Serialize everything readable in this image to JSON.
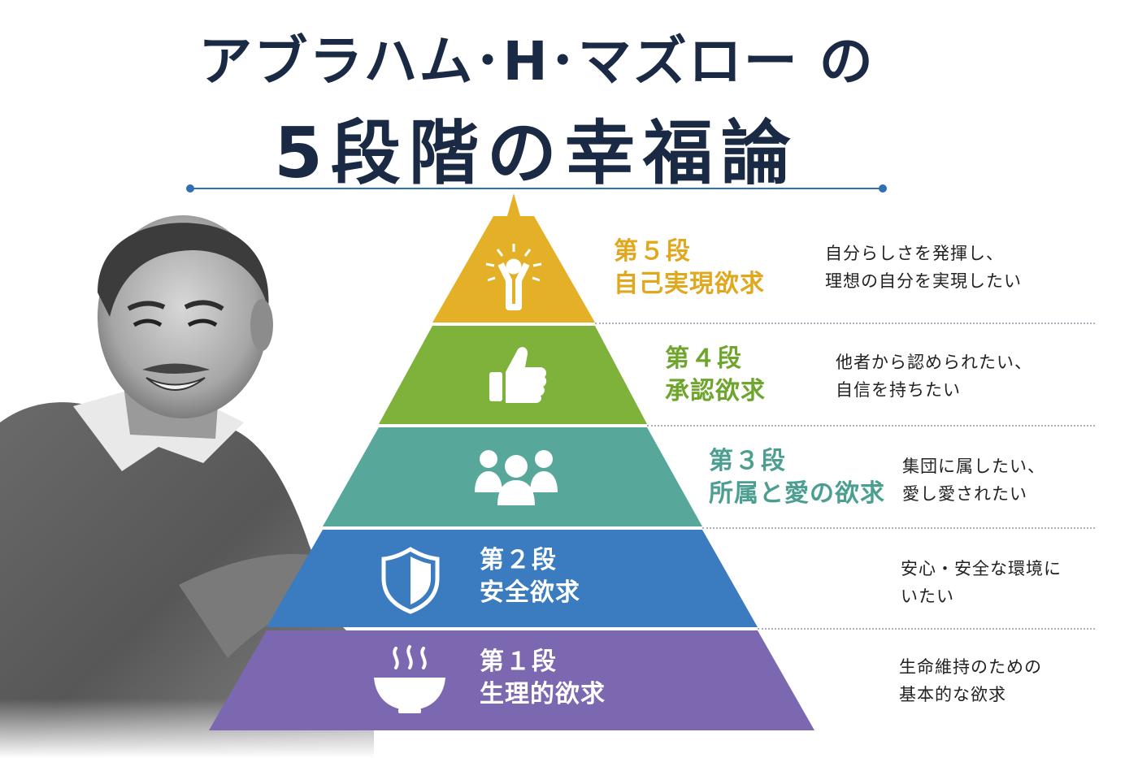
{
  "title": {
    "line1": "アブラハム･H･マズロー の",
    "line2": "5段階の幸福論"
  },
  "colors": {
    "title": "#1b2a44",
    "level5": "#e4b027",
    "level4": "#7eb23b",
    "level3": "#57a89a",
    "level2": "#3b7bbf",
    "level1": "#7c68b0"
  },
  "levels": [
    {
      "level": "第５段",
      "name": "自己実現欲求",
      "icon": "person-radiating-icon",
      "desc_line1": "自分らしさを発揮し、",
      "desc_line2": "理想の自分を実現したい"
    },
    {
      "level": "第４段",
      "name": "承認欲求",
      "icon": "thumbs-up-icon",
      "desc_line1": "他者から認められたい、",
      "desc_line2": "自信を持ちたい"
    },
    {
      "level": "第３段",
      "name": "所属と愛の欲求",
      "icon": "group-icon",
      "desc_line1": "集団に属したい、",
      "desc_line2": "愛し愛されたい"
    },
    {
      "level": "第２段",
      "name": "安全欲求",
      "icon": "shield-icon",
      "desc_line1": "安心・安全な環境に",
      "desc_line2": "いたい"
    },
    {
      "level": "第１段",
      "name": "生理的欲求",
      "icon": "steaming-bowl-icon",
      "desc_line1": "生命維持のための",
      "desc_line2": "基本的な欲求"
    }
  ]
}
